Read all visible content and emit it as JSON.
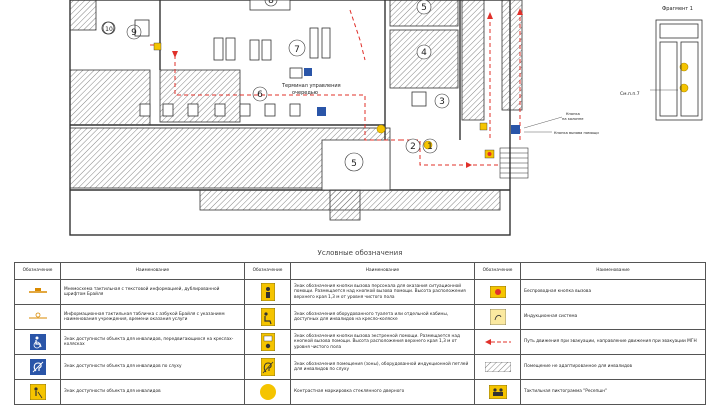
{
  "plan": {
    "fragment_title": "Фрагмент 1",
    "terminal_label_line1": "Терминал управления",
    "terminal_label_line2": "очередью",
    "call_button_label_line1": "Кнопка",
    "call_button_label_line2": "на колонне",
    "call_button_door_label": "Кнопка вызова помощи",
    "sm_ref": "См.п.п.7",
    "room_numbers": [
      "10",
      "9",
      "8",
      "7",
      "6",
      "5",
      "4",
      "3",
      "2",
      "1",
      "5"
    ]
  },
  "legend": {
    "title": "Условные обозначения",
    "header": {
      "symbol": "Обозначение",
      "name": "Наименование"
    },
    "columns": [
      [
        {
          "icon": "tactile-map-icon",
          "text": "Мнемосхема тактильная с текстовой информацией, дублированной шрифтом Брайля"
        },
        {
          "icon": "braille-plate-icon",
          "text": "Информационная тактильная табличка с азбукой Брайля с указанием наименования учреждения, времени оказания услуги"
        },
        {
          "icon": "wheelchair-icon",
          "text": "Знак доступности объекта для инвалидов, передвигающихся на креслах-колясках"
        },
        {
          "icon": "hearing-icon",
          "text": "Знак доступности объекта для инвалидов по слуху"
        },
        {
          "icon": "vision-icon",
          "text": "Знак доступности объекта для инвалидов"
        }
      ],
      [
        {
          "icon": "call-staff-sign-icon",
          "text": "Знак обозначения кнопки вызова персонала для оказания ситуационной помощи. Размещается над кнопкой вызова помощи. Высота расположения верхнего края 1,3 м от уровня чистого пола"
        },
        {
          "icon": "wc-sign-icon",
          "text": "Знак обозначения оборудованного туалета или отдельной кабины, доступных для инвалидов на кресло-коляске"
        },
        {
          "icon": "sos-sign-icon",
          "text": "Знак обозначения кнопки вызова экстренной помощи. Размещается над кнопкой вызова помощи. Высота расположения верхнего края 1,3 м от уровня чистого пола"
        },
        {
          "icon": "induction-sign-icon",
          "text": "Знак обозначения помещения (зоны), оборудованной индукционной петлей для инвалидов по слуху"
        },
        {
          "icon": "yellow-circle-icon",
          "text": "Контрастная маркировка стеклянного дверного"
        }
      ],
      [
        {
          "icon": "wireless-call-button-icon",
          "text": "Беспроводная кнопка вызова"
        },
        {
          "icon": "induction-system-icon",
          "text": "Индукционная система"
        },
        {
          "icon": "evacuation-route-icon",
          "text": "Путь движения при эвакуации, направление движения при эвакуации МГН"
        },
        {
          "icon": "hatch-icon",
          "text": "Помещение не адаптированное для инвалидов"
        },
        {
          "icon": "safe-zone-icon",
          "text": "Тактильная пиктограмма \"Ресепшн\""
        }
      ]
    ]
  },
  "colors": {
    "evac": "#e0302a",
    "sign_yellow": "#f5c400",
    "sign_blue": "#2a55a8",
    "line": "#333333"
  }
}
